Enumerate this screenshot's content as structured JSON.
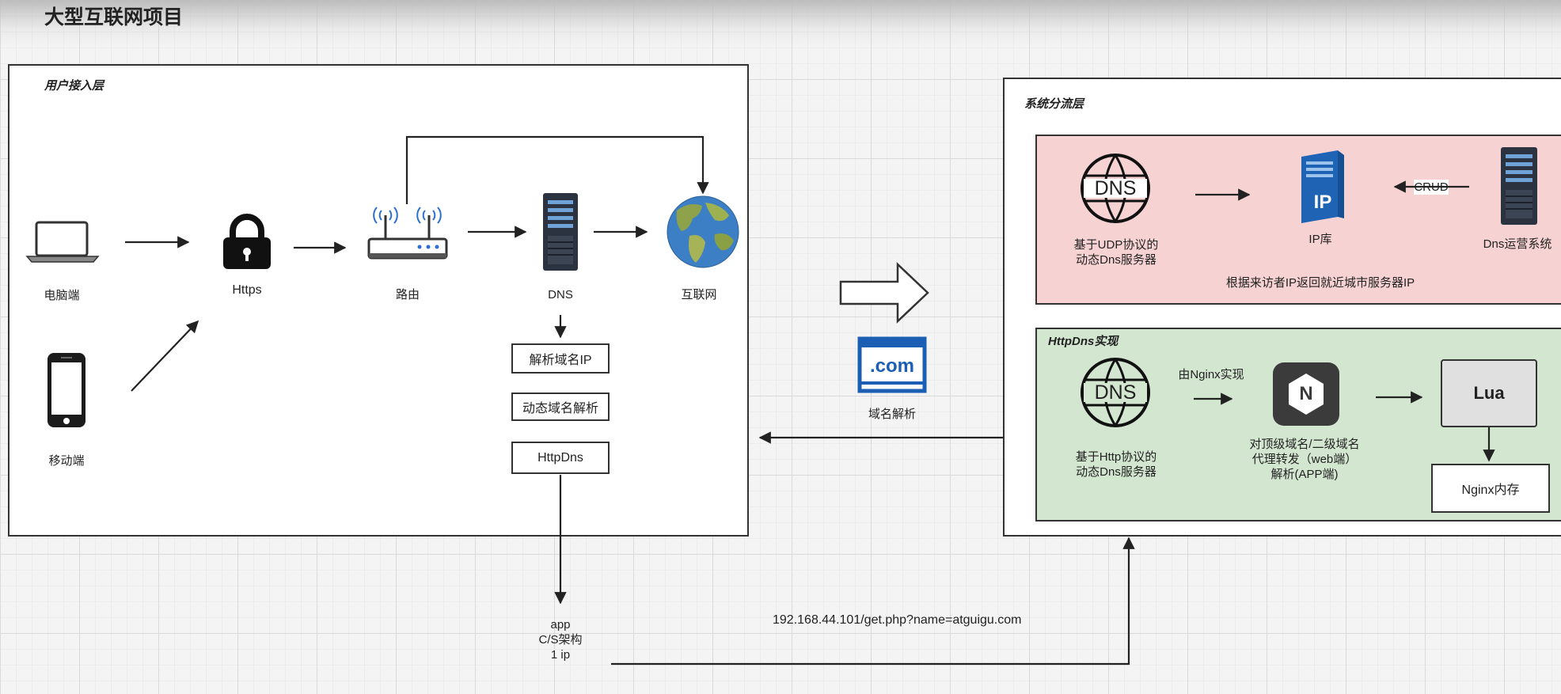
{
  "page_title": "大型互联网项目",
  "user_layer": {
    "title": "用户接入层",
    "nodes": {
      "pc": "电脑端",
      "https": "Https",
      "mobile": "移动端",
      "router": "路由",
      "dns": "DNS",
      "internet": "互联网"
    },
    "dns_boxes": [
      "解析域名IP",
      "动态域名解析",
      "HttpDns"
    ]
  },
  "middle": {
    "domain_label": "域名解析",
    "com_text": ".com"
  },
  "app_label": [
    "app",
    "C/S架构",
    "1 ip"
  ],
  "request_url": "192.168.44.101/get.php?name=atguigu.com",
  "dispatch_layer": {
    "title": "系统分流层",
    "udp_section": {
      "dns_server": [
        "基于UDP协议的",
        "动态Dns服务器"
      ],
      "ip_lib": "IP库",
      "crud": "CRUD",
      "ops_system": "Dns运营系统",
      "note": "根据来访者IP返回就近城市服务器IP",
      "dns_icon_text": "DNS",
      "ip_icon_text": "IP"
    },
    "http_section": {
      "title": "HttpDns实现",
      "dns_server": [
        "基于Http协议的",
        "动态Dns服务器"
      ],
      "nginx_impl": "由Nginx实现",
      "nginx_desc": [
        "对顶级域名/二级域名",
        "代理转发（web端）",
        "解析(APP端)"
      ],
      "lua": "Lua",
      "nginx_mem": "Nginx内存",
      "dns_icon_text": "DNS",
      "nginx_icon_text": "N"
    }
  },
  "colors": {
    "udp_bg": "#f7d2d2",
    "http_bg": "#d3e6d0",
    "lua_bg": "#e0e0e0",
    "nginx_icon": "#3b3b3b",
    "server_blue": "#1f63b5",
    "com_blue": "#1b5fb4"
  }
}
